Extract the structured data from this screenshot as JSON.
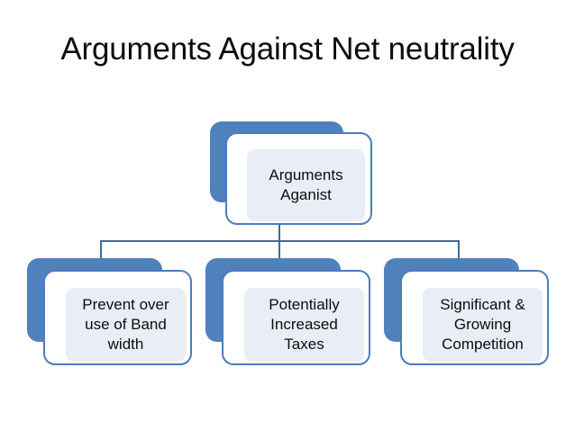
{
  "slide": {
    "title": "Arguments Against Net neutrality",
    "background_color": "#ffffff",
    "accent_color": "#4f81bd",
    "border_color": "#4a7ebb",
    "inner_fill_color": "#e9eef6",
    "connector_color": "#41699c",
    "text_color": "#0d0d0d"
  },
  "diagram": {
    "type": "org-chart",
    "root": {
      "label": "Arguments\nAganist"
    },
    "children": [
      {
        "label": "Prevent over\nuse of Band\nwidth"
      },
      {
        "label": "Potentially\nIncreased\nTaxes"
      },
      {
        "label": "Significant &\nGrowing\nCompetition"
      }
    ]
  }
}
